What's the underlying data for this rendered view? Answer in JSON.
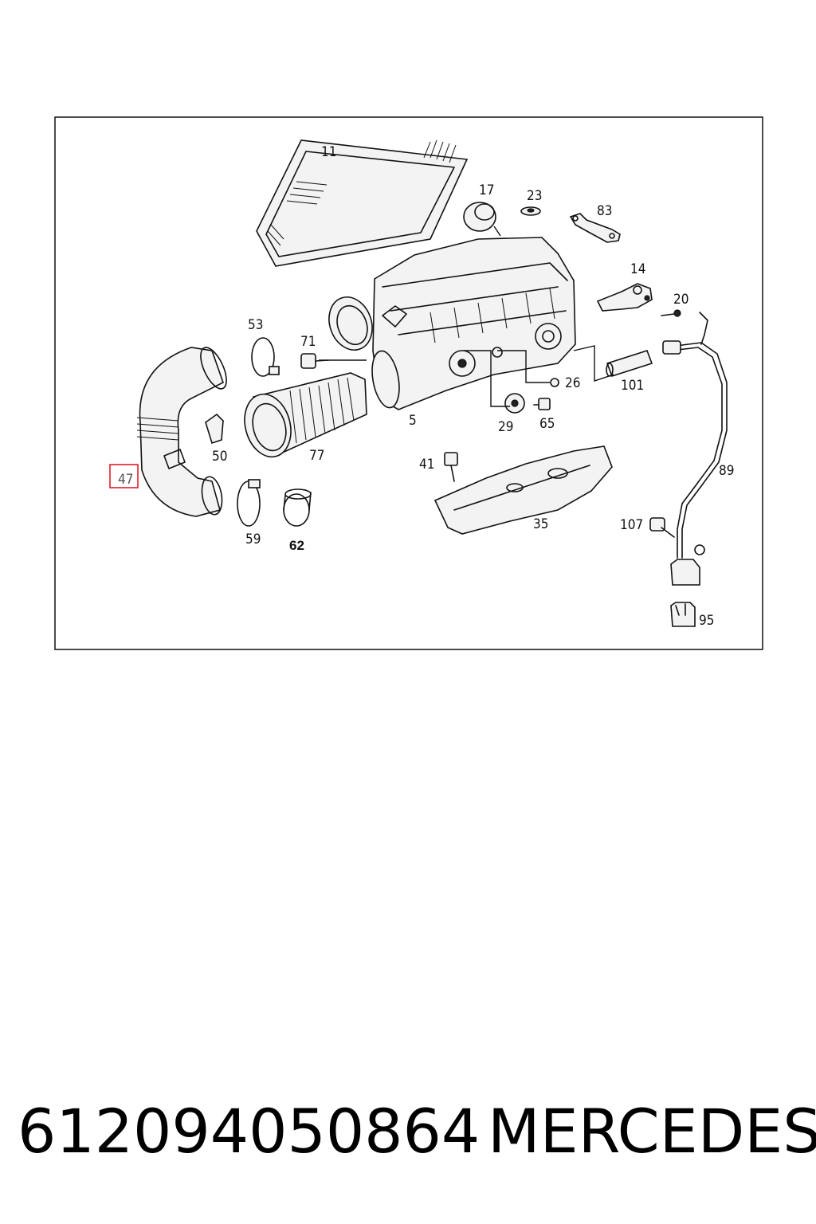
{
  "diagram": {
    "callouts": {
      "c11": "11",
      "c17": "17",
      "c23": "23",
      "c83": "83",
      "c14": "14",
      "c20": "20",
      "c53": "53",
      "c71": "71",
      "c5": "5",
      "c26": "26",
      "c101": "101",
      "c29": "29",
      "c65": "65",
      "c50": "50",
      "c77": "77",
      "c47": "47",
      "c41": "41",
      "c89": "89",
      "c35": "35",
      "c107": "107",
      "c59": "59",
      "c62": "62",
      "c95": "95"
    },
    "highlighted_callout": "47",
    "highlight_color": "#e0202a"
  },
  "footer": {
    "part_number": "612094050864",
    "brand": "MERCEDES"
  }
}
